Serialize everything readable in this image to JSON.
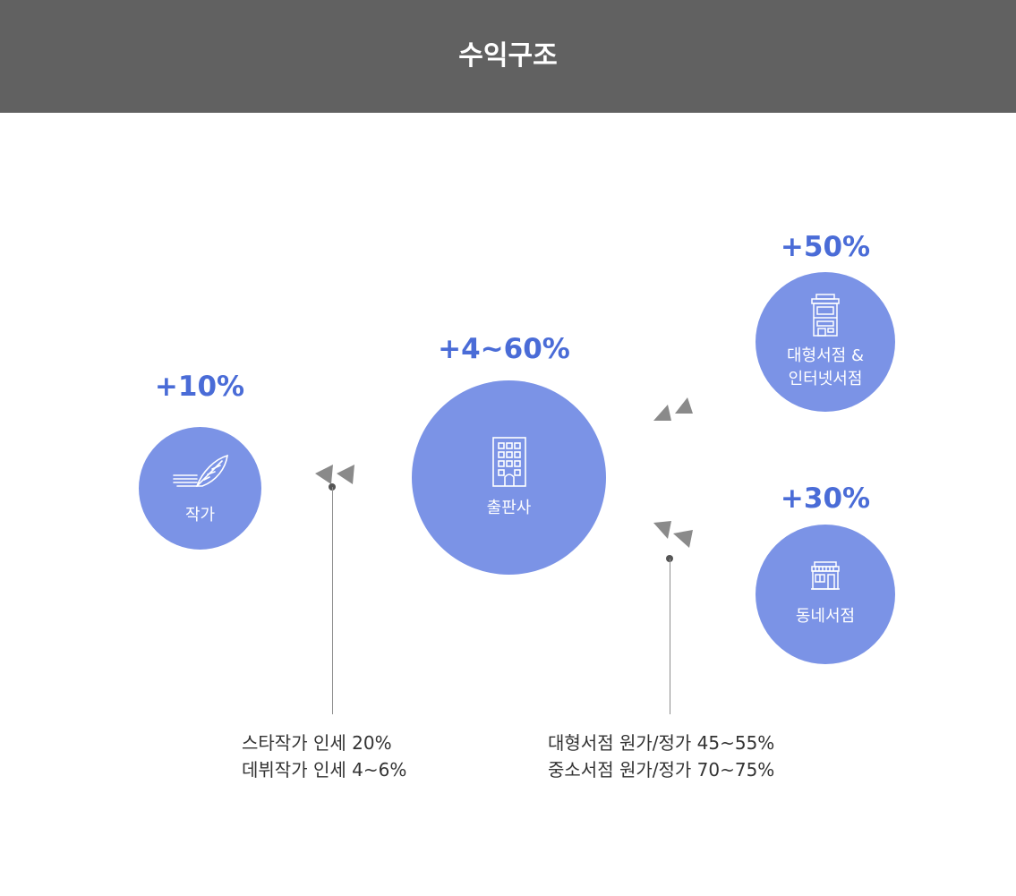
{
  "header": {
    "title": "수익구조"
  },
  "colors": {
    "header_bg": "#616161",
    "circle": "#7b93e6",
    "accent_text": "#4a6cd7",
    "arrow": "#8a8a8a"
  },
  "nodes": [
    {
      "label": "작가",
      "percent": "+10%",
      "icon": "feather-pen-icon"
    },
    {
      "label": "출판사",
      "percent": "+4~60%",
      "icon": "office-building-icon"
    },
    {
      "label_lines": [
        "대형서점 &",
        "인터넷서점"
      ],
      "percent": "+50%",
      "icon": "multi-story-store-icon"
    },
    {
      "label": "동네서점",
      "percent": "+30%",
      "icon": "storefront-icon"
    }
  ],
  "notes": {
    "author_royalty": [
      "스타작가 인세 20%",
      "데뷔작가 인세 4~6%"
    ],
    "bookstore_margin": [
      "대형서점 원가/정가 45~55%",
      "중소서점 원가/정가 70~75%"
    ]
  }
}
